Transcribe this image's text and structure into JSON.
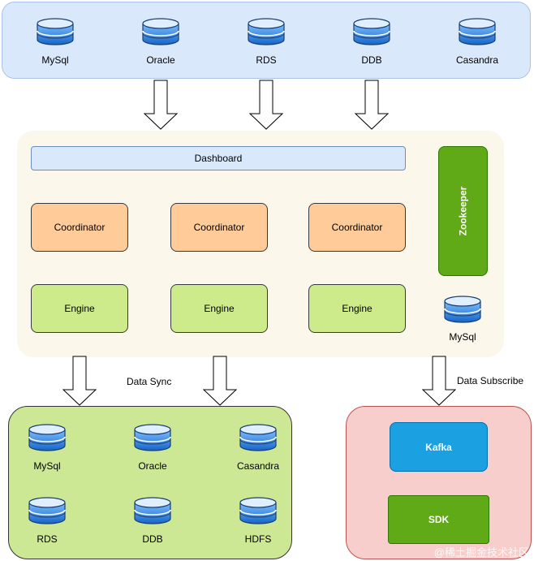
{
  "sources": {
    "databases": [
      {
        "label": "MySql"
      },
      {
        "label": "Oracle"
      },
      {
        "label": "RDS"
      },
      {
        "label": "DDB"
      },
      {
        "label": "Casandra"
      }
    ]
  },
  "core": {
    "dashboard_label": "Dashboard",
    "coordinators": [
      "Coordinator",
      "Coordinator",
      "Coordinator"
    ],
    "engines": [
      "Engine",
      "Engine",
      "Engine"
    ],
    "zookeeper_label": "Zookeeper",
    "meta_db_label": "MySql"
  },
  "flows": {
    "sync_label": "Data Sync",
    "subscribe_label": "Data Subscribe"
  },
  "targets": {
    "databases": [
      {
        "label": "MySql"
      },
      {
        "label": "Oracle"
      },
      {
        "label": "Casandra"
      },
      {
        "label": "RDS"
      },
      {
        "label": "DDB"
      },
      {
        "label": "HDFS"
      }
    ]
  },
  "subscribe": {
    "kafka_label": "Kafka",
    "sdk_label": "SDK"
  },
  "watermark": "@稀土掘金技术社区",
  "colors": {
    "source_panel": "#dae8fc",
    "core_panel": "#fbf7ea",
    "coordinator": "#ffcc99",
    "engine": "#cdeb8b",
    "zookeeper": "#60a917",
    "target_panel": "#cde894",
    "subscribe_panel": "#f8cecc",
    "kafka": "#1ba1e2",
    "sdk": "#60a917",
    "database_icon": "#1f7bd6"
  }
}
